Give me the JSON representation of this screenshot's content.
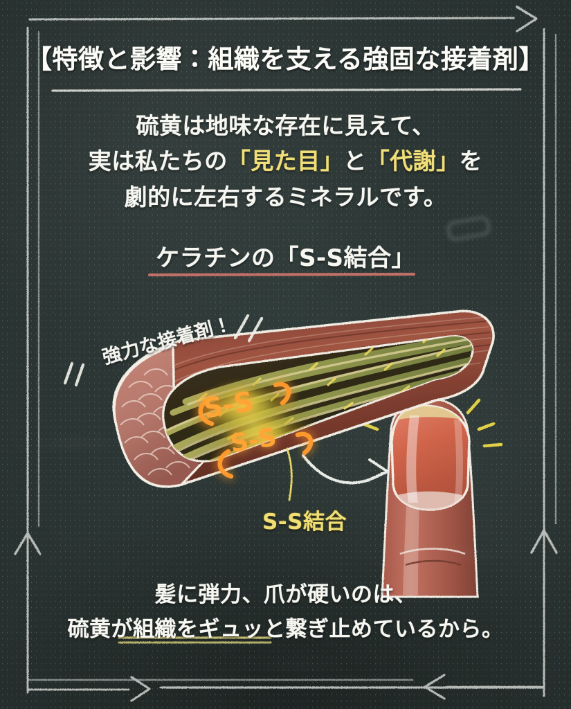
{
  "meta": {
    "medium": "chalkboard",
    "background_color": "#2b3533",
    "chalk_white": "#f2f2ee",
    "chalk_yellow": "#efdf74",
    "chalk_salmon": "#c9736a",
    "glow_orange": "#ff9b33"
  },
  "frame": {
    "top_rule": "horizontal-chalk-line",
    "left_rules": "double-vertical-chalk-line",
    "right_rules": "double-vertical-chalk-line",
    "bottom_rules": "double-horizontal-chalk-line",
    "arrows": [
      {
        "name": "top-right-arrow",
        "direction": "right"
      },
      {
        "name": "left-up-arrow",
        "direction": "up"
      },
      {
        "name": "right-up-arrow",
        "direction": "up"
      },
      {
        "name": "bottom-left-arrow",
        "direction": "right"
      },
      {
        "name": "bottom-right-arrow",
        "direction": "left"
      }
    ]
  },
  "header": {
    "title": "【特徴と影響：組織を支える強固な接着剤】",
    "underline_color": "#e8e8e0"
  },
  "intro": {
    "line1": "硫黄は地味な存在に見えて、",
    "line2_a": "実は私たちの",
    "line2_hl1": "「見た目」",
    "line2_b": "と",
    "line2_hl2": "「代謝」",
    "line2_c": "を",
    "line3": "劇的に左右するミネラルです。"
  },
  "section": {
    "heading": "ケラチンの「S-S結合」",
    "underline_color": "#c9736a"
  },
  "illustration": {
    "callout": "強力な接着剤！",
    "callout_slashes_left": "\\\\",
    "callout_slashes_right": "//",
    "bond_label_1": "S-S",
    "bond_label_2": "S-S",
    "annotation": "S-S結合",
    "arrow_to_nail": "curved-arrow-right",
    "subject_left": "hair-shaft-cross-section",
    "subject_right": "fingernail",
    "sparkles": "yellow-sparkle-lines"
  },
  "outro": {
    "line1": "髪に弾力、爪が硬いのは、",
    "line2": "硫黄が組織をギュッと繋ぎ止めているから。",
    "underline_color": "#d8cf7a"
  }
}
